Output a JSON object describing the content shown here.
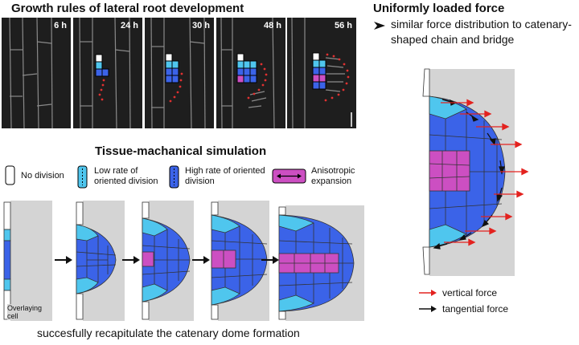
{
  "panel_a": {
    "title": "Growth rules of lateral root development",
    "timepoints": [
      "6 h",
      "24 h",
      "30 h",
      "48 h",
      "56 h"
    ]
  },
  "panel_b": {
    "title": "Tissue-machanical simulation",
    "legend": {
      "no_division": "No division",
      "low_rate": "Low rate of oriented division",
      "high_rate": "High rate of oriented division",
      "anisotropic": "Anisotropic expansion"
    },
    "overlay_label": "Overlaying cell",
    "caption": "succesfully recapitulate the catenary dome formation"
  },
  "panel_c": {
    "title": "Uniformly loaded force",
    "bullet": "similar force distribution to catenary-shaped chain and bridge",
    "legend_vertical": "vertical force",
    "legend_tangential": "tangential force"
  },
  "colors": {
    "no_division": "#ffffff",
    "low_rate": "#4fc6ee",
    "high_rate": "#3b63e8",
    "anisotropic": "#cc4fc2",
    "vertical_force": "#e3221f",
    "tangential_force": "#111111",
    "tissue_grey": "#d4d4d4",
    "overlay_dots": "#e03131"
  }
}
